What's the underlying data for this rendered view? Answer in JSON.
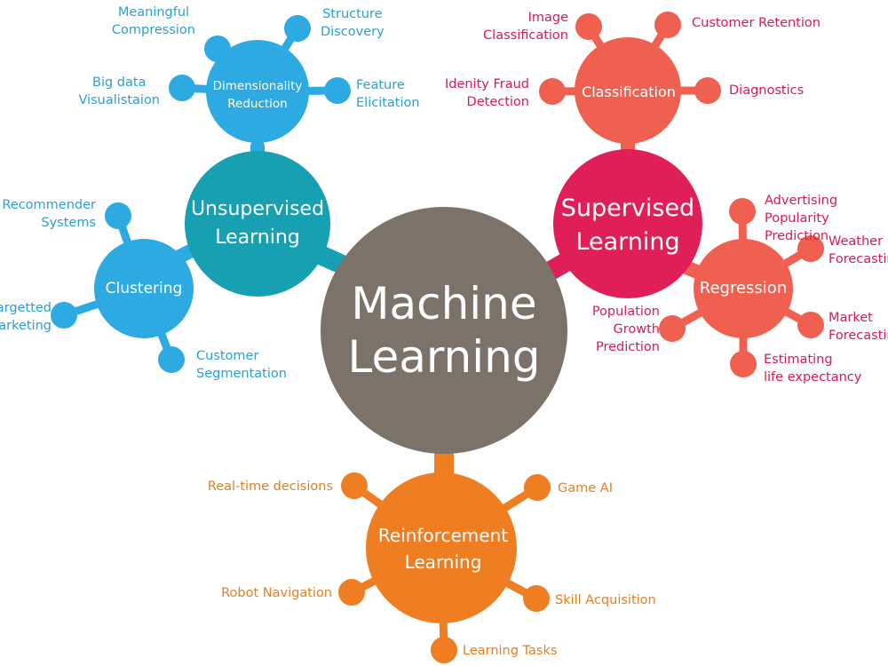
{
  "colors": {
    "center": "#7b736a",
    "unsupervised": "#16a0b2",
    "dimensionality": "#2eaae2",
    "clustering": "#2eaae2",
    "supervised": "#e01e58",
    "classification": "#f06050",
    "regression": "#f06050",
    "reinforcement": "#ef7e22"
  },
  "center": {
    "title": "Machine\nLearning"
  },
  "unsupervised": {
    "title": "Unsupervised\nLearning",
    "dimensionality": {
      "title": "Dimensionality\nReduction",
      "leaves": [
        "Meaningful\nCompression",
        "Structure\nDiscovery",
        "Big data\nVisualistaion",
        "Feature\nElicitation"
      ]
    },
    "clustering": {
      "title": "Clustering",
      "leaves": [
        "Recommender\nSystems",
        "Targetted\nMarketing",
        "Customer\nSegmentation"
      ]
    }
  },
  "supervised": {
    "title": "Supervised\nLearning",
    "classification": {
      "title": "Classification",
      "leaves": [
        "Image\nClassification",
        "Customer Retention",
        "Idenity Fraud\nDetection",
        "Diagnostics"
      ]
    },
    "regression": {
      "title": "Regression",
      "leaves": [
        "Advertising Popularity\nPrediction",
        "Weather\nForecasting",
        "Population\nGrowth\nPrediction",
        "Market\nForecasting",
        "Estimating\nlife expectancy"
      ]
    }
  },
  "reinforcement": {
    "title": "Reinforcement\nLearning",
    "leaves": [
      "Real-time decisions",
      "Game AI",
      "Robot Navigation",
      "Skill Acquisition",
      "Learning Tasks"
    ]
  }
}
